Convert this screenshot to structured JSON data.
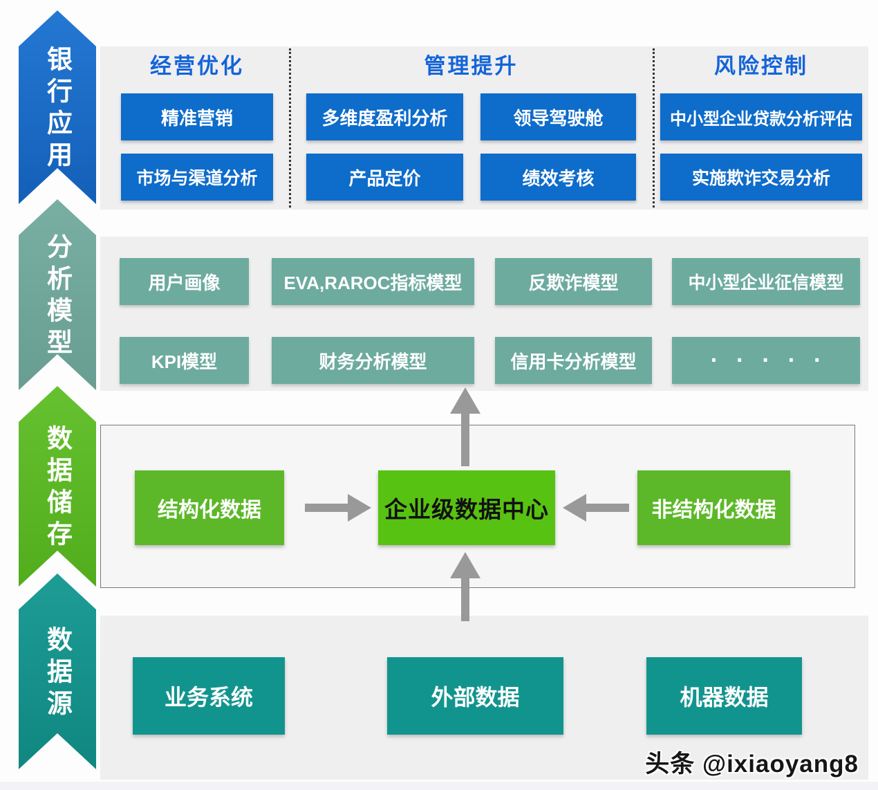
{
  "ribbons": [
    {
      "label": "银行应用",
      "color": "#1c6cc7"
    },
    {
      "label": "分析模型",
      "color": "#71a89b"
    },
    {
      "label": "数据储存",
      "color": "#5eb929"
    },
    {
      "label": "数据源",
      "color": "#18948e"
    }
  ],
  "applications": {
    "columns": [
      {
        "header": "经营优化",
        "items": [
          "精准营销",
          "市场与渠道分析"
        ]
      },
      {
        "header": "管理提升",
        "items": [
          "多维度盈利分析",
          "领导驾驶舱",
          "产品定价",
          "绩效考核"
        ]
      },
      {
        "header": "风险控制",
        "items": [
          "中小型企业贷款分析评估",
          "实施欺诈交易分析"
        ]
      }
    ],
    "box_color": "#0e6cca",
    "header_color": "#1464d8"
  },
  "models": {
    "row1": [
      "用户画像",
      "EVA,RAROC指标模型",
      "反欺诈模型",
      "中小型企业征信模型"
    ],
    "row2": [
      "KPI模型",
      "财务分析模型",
      "信用卡分析模型",
      "·····"
    ],
    "box_color": "#6dab9f"
  },
  "storage": {
    "left": "结构化数据",
    "center": "企业级数据中心",
    "right": "非结构化数据",
    "side_box_color": "#5cb828",
    "center_box_color": "#58c212"
  },
  "sources": {
    "items": [
      "业务系统",
      "外部数据",
      "机器数据"
    ],
    "box_color": "#12948e"
  },
  "watermark": "头条 @ixiaoyang8"
}
